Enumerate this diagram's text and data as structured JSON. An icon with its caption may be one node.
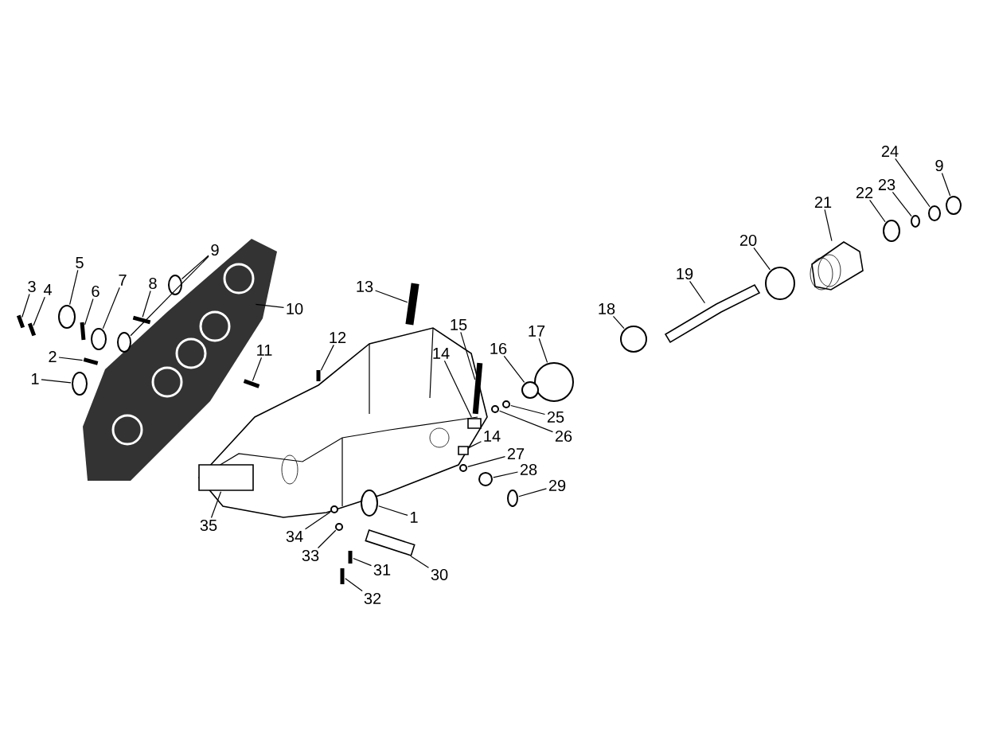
{
  "diagram": {
    "nodes": [
      {
        "text": [
          "24"
        ]
      },
      {
        "text": [
          "9"
        ]
      },
      {
        "text": [
          "23"
        ]
      },
      {
        "text": [
          "22"
        ]
      },
      {
        "text": [
          "21"
        ]
      },
      {
        "text": [
          "20"
        ]
      },
      {
        "text": [
          "9"
        ]
      },
      {
        "text": [
          "5"
        ]
      },
      {
        "text": [
          "19"
        ]
      },
      {
        "text": [
          "3"
        ]
      },
      {
        "text": [
          "4"
        ]
      },
      {
        "text": [
          "7"
        ]
      },
      {
        "text": [
          "8"
        ]
      },
      {
        "text": [
          "6"
        ]
      },
      {
        "text": [
          "13"
        ]
      },
      {
        "text": [
          "18"
        ]
      },
      {
        "text": [
          "10"
        ]
      },
      {
        "text": [
          "15"
        ]
      },
      {
        "text": [
          "17"
        ]
      },
      {
        "text": [
          "12"
        ]
      },
      {
        "text": [
          "16"
        ]
      },
      {
        "text": [
          "11"
        ]
      },
      {
        "text": [
          "14"
        ]
      },
      {
        "text": [
          "2"
        ]
      },
      {
        "text": [
          "1"
        ]
      },
      {
        "text": [
          "25"
        ]
      },
      {
        "text": [
          "26"
        ]
      },
      {
        "text": [
          "14"
        ]
      },
      {
        "text": [
          "27"
        ]
      },
      {
        "text": [
          "28"
        ]
      },
      {
        "text": [
          "29"
        ]
      },
      {
        "text": [
          "1"
        ]
      },
      {
        "text": [
          "35"
        ]
      },
      {
        "text": [
          "34"
        ]
      },
      {
        "text": [
          "33"
        ]
      },
      {
        "text": [
          "31"
        ]
      },
      {
        "text": [
          "30"
        ]
      },
      {
        "text": [
          "32"
        ]
      },
      {
        "text": [],
        "shape": "circle"
      },
      {
        "text": [],
        "shape": "circle"
      },
      {
        "text": [],
        "shape": "circle"
      },
      {
        "text": [],
        "shape": "circle"
      },
      {
        "text": [],
        "shape": "picture"
      },
      {
        "text": [],
        "shape": "circle"
      },
      {
        "text": [],
        "shape": "circle"
      },
      {
        "text": [],
        "shape": "circle"
      },
      {
        "text": [],
        "shape": "circle"
      },
      {
        "text": [],
        "shape": "picture"
      },
      {
        "text": [],
        "shape": "bar"
      },
      {
        "text": [],
        "shape": "bar"
      },
      {
        "text": [],
        "shape": "circle"
      },
      {
        "text": [],
        "shape": "bar"
      },
      {
        "text": [],
        "shape": "bar"
      },
      {
        "text": [],
        "shape": "bar"
      },
      {
        "text": [],
        "shape": "circle"
      },
      {
        "text": [],
        "shape": "picture"
      },
      {
        "text": [],
        "shape": "bar"
      },
      {
        "text": [],
        "shape": "circle"
      },
      {
        "text": [],
        "shape": "bar"
      },
      {
        "text": [],
        "shape": "circle"
      },
      {
        "text": [],
        "shape": "bar"
      },
      {
        "text": [],
        "shape": "box"
      },
      {
        "text": [],
        "shape": "bar"
      },
      {
        "text": [],
        "shape": "circle"
      },
      {
        "text": [],
        "shape": "circle"
      },
      {
        "text": [],
        "shape": "circle"
      },
      {
        "text": [],
        "shape": "box"
      },
      {
        "text": [],
        "shape": "circle"
      },
      {
        "text": [],
        "shape": "circle"
      },
      {
        "text": [],
        "shape": "circle"
      },
      {
        "text": [],
        "shape": "circle"
      },
      {
        "text": [],
        "shape": "box"
      },
      {
        "text": [],
        "shape": "circle"
      },
      {
        "text": [],
        "shape": "circle"
      },
      {
        "text": [],
        "shape": "bar"
      },
      {
        "text": [],
        "shape": "box"
      },
      {
        "text": [],
        "shape": "bar"
      }
    ],
    "edges": [
      {
        "from": 0,
        "to": 38,
        "arrow": "none"
      },
      {
        "from": 1,
        "to": 39,
        "arrow": "none"
      },
      {
        "from": 2,
        "to": 40,
        "arrow": "none"
      },
      {
        "from": 3,
        "to": 41,
        "arrow": "none"
      },
      {
        "from": 4,
        "to": 42,
        "arrow": "none"
      },
      {
        "from": 5,
        "to": 43,
        "arrow": "none"
      },
      {
        "from": 6,
        "to": 44,
        "arrow": "none"
      },
      {
        "from": 6,
        "to": 45,
        "arrow": "none"
      },
      {
        "from": 7,
        "to": 46,
        "arrow": "none"
      },
      {
        "from": 8,
        "to": 47,
        "arrow": "none"
      },
      {
        "from": 9,
        "to": 48,
        "arrow": "none"
      },
      {
        "from": 10,
        "to": 49,
        "arrow": "none"
      },
      {
        "from": 11,
        "to": 50,
        "arrow": "none"
      },
      {
        "from": 12,
        "to": 51,
        "arrow": "none"
      },
      {
        "from": 13,
        "to": 52,
        "arrow": "none"
      },
      {
        "from": 14,
        "to": 53,
        "arrow": "none"
      },
      {
        "from": 15,
        "to": 54,
        "arrow": "none"
      },
      {
        "from": 16,
        "to": 55,
        "arrow": "none"
      },
      {
        "from": 17,
        "to": 56,
        "arrow": "none"
      },
      {
        "from": 18,
        "to": 57,
        "arrow": "none"
      },
      {
        "from": 19,
        "to": 58,
        "arrow": "none"
      },
      {
        "from": 20,
        "to": 59,
        "arrow": "none"
      },
      {
        "from": 21,
        "to": 60,
        "arrow": "none"
      },
      {
        "from": 22,
        "to": 61,
        "arrow": "none"
      },
      {
        "from": 23,
        "to": 62,
        "arrow": "none"
      },
      {
        "from": 24,
        "to": 63,
        "arrow": "none"
      },
      {
        "from": 25,
        "to": 64,
        "arrow": "none"
      },
      {
        "from": 26,
        "to": 65,
        "arrow": "none"
      },
      {
        "from": 27,
        "to": 66,
        "arrow": "none"
      },
      {
        "from": 28,
        "to": 67,
        "arrow": "none"
      },
      {
        "from": 29,
        "to": 68,
        "arrow": "none"
      },
      {
        "from": 30,
        "to": 69,
        "arrow": "none"
      },
      {
        "from": 31,
        "to": 70,
        "arrow": "none"
      },
      {
        "from": 32,
        "to": 71,
        "arrow": "none"
      },
      {
        "from": 33,
        "to": 72,
        "arrow": "none"
      },
      {
        "from": 34,
        "to": 73,
        "arrow": "none"
      },
      {
        "from": 35,
        "to": 74,
        "arrow": "none"
      },
      {
        "from": 36,
        "to": 75,
        "arrow": "none"
      },
      {
        "from": 37,
        "to": 76,
        "arrow": "none"
      }
    ]
  }
}
